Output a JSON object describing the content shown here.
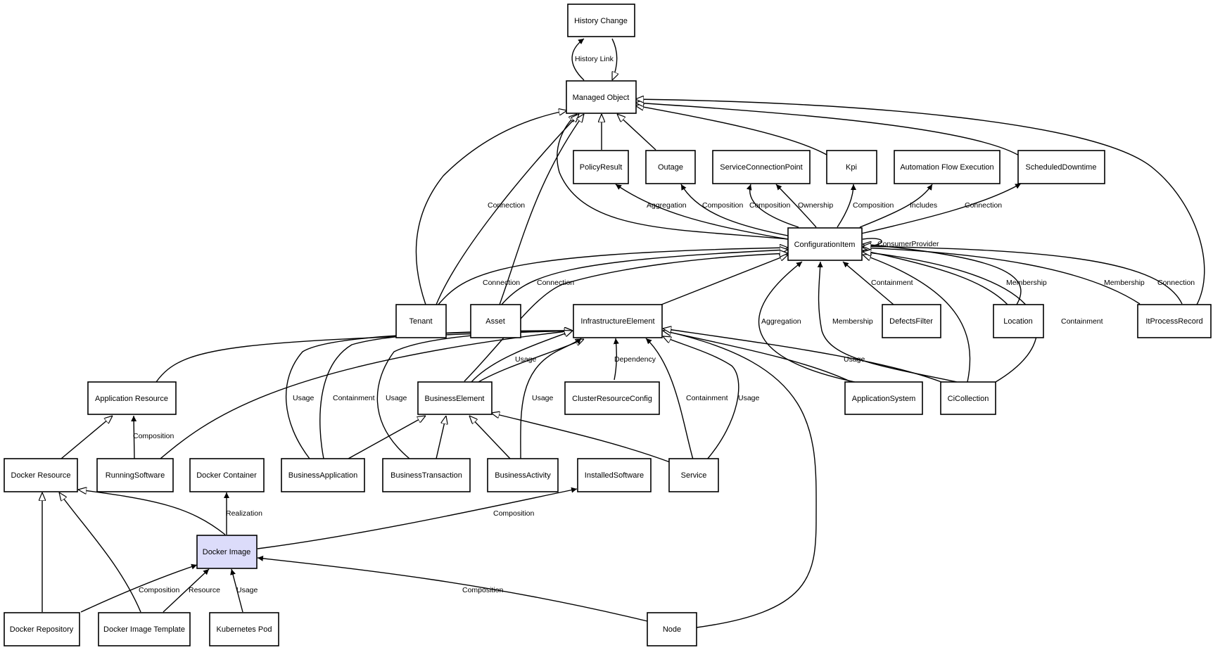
{
  "nodes": {
    "history_change": "History Change",
    "managed_object": "Managed Object",
    "policy_result": "PolicyResult",
    "outage": "Outage",
    "service_connection_point": "ServiceConnectionPoint",
    "kpi": "Kpi",
    "automation_flow_execution": "Automation Flow Execution",
    "scheduled_downtime": "ScheduledDowntime",
    "configuration_item": "ConfigurationItem",
    "tenant": "Tenant",
    "asset": "Asset",
    "infrastructure_element": "InfrastructureElement",
    "defects_filter": "DefectsFilter",
    "location": "Location",
    "it_process_record": "ItProcessRecord",
    "application_resource": "Application Resource",
    "business_element": "BusinessElement",
    "cluster_resource_config": "ClusterResourceConfig",
    "application_system": "ApplicationSystem",
    "ci_collection": "CiCollection",
    "docker_resource": "Docker Resource",
    "running_software": "RunningSoftware",
    "docker_container": "Docker Container",
    "business_application": "BusinessApplication",
    "business_transaction": "BusinessTransaction",
    "business_activity": "BusinessActivity",
    "installed_software": "InstalledSoftware",
    "service": "Service",
    "docker_image": "Docker Image",
    "docker_repository": "Docker Repository",
    "docker_image_template": "Docker Image Template",
    "kubernetes_pod": "Kubernetes Pod",
    "node": "Node"
  },
  "edge_labels": {
    "history_link": "History Link",
    "tenant_mo_connection": "Connection",
    "ci_policy_aggregation": "Aggregation",
    "ci_outage_composition": "Composition",
    "ci_scp_composition": "Composition",
    "ci_scp_ownership": "Ownership",
    "ci_kpi_composition": "Composition",
    "ci_afe_includes": "Includes",
    "ci_sd_connection": "Connection",
    "ci_self_consumer_provider": "ConsumerProvider",
    "tenant_ci_connection": "Connection",
    "asset_ci_connection": "Connection",
    "defects_ci_containment": "Containment",
    "location_ci_membership": "Membership",
    "itpr_ci_membership": "Membership",
    "itpr_ci_connection": "Connection",
    "appsys_ci_aggregation": "Aggregation",
    "cicoll_ci_membership": "Membership",
    "cicoll_ci_containment": "Containment",
    "be_ie_usage": "Usage",
    "crc_ie_dependency": "Dependency",
    "cicoll_ie_usage": "Usage",
    "bapp_ie_usage": "Usage",
    "bapp_ie_containment": "Containment",
    "btx_ie_usage": "Usage",
    "bact_ie_usage": "Usage",
    "service_ie_containment": "Containment",
    "service_ie_usage": "Usage",
    "rs_ar_composition": "Composition",
    "di_dc_realization": "Realization",
    "di_is_composition": "Composition",
    "drepo_di_composition": "Composition",
    "dit_di_resource": "Resource",
    "kpod_di_usage": "Usage",
    "node_di_composition": "Composition"
  }
}
